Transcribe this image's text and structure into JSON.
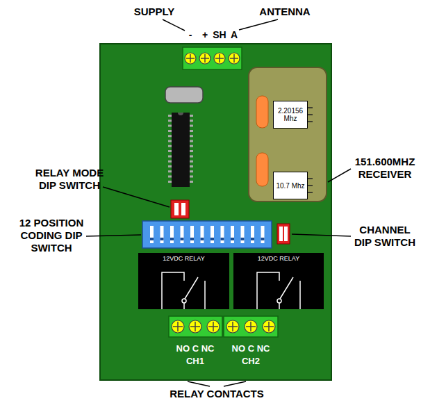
{
  "diagram": {
    "nodes": [
      {
        "text": [
          "NO C NC",
          "NO C NC",
          "CH1",
          "CH2"
        ]
      },
      {
        "text": [
          "2.20156 Mhz"
        ],
        "in": 0
      },
      {
        "text": [
          "10.7 Mhz"
        ],
        "in": 0
      },
      {
        "text": [
          "12VDC RELAY"
        ],
        "in": 0
      },
      {
        "text": [
          "12VDC RELAY"
        ],
        "in": 0
      }
    ],
    "labels": [
      "SUPPLY",
      "ANTENNA",
      "-",
      "+",
      "SH",
      "A",
      "151.600MHZ RECEIVER",
      "RELAY MODE DIP SWITCH",
      "12 POSITION CODING DIP SWITCH",
      "CHANNEL DIP SWITCH",
      "RELAY CONTACTS"
    ]
  }
}
